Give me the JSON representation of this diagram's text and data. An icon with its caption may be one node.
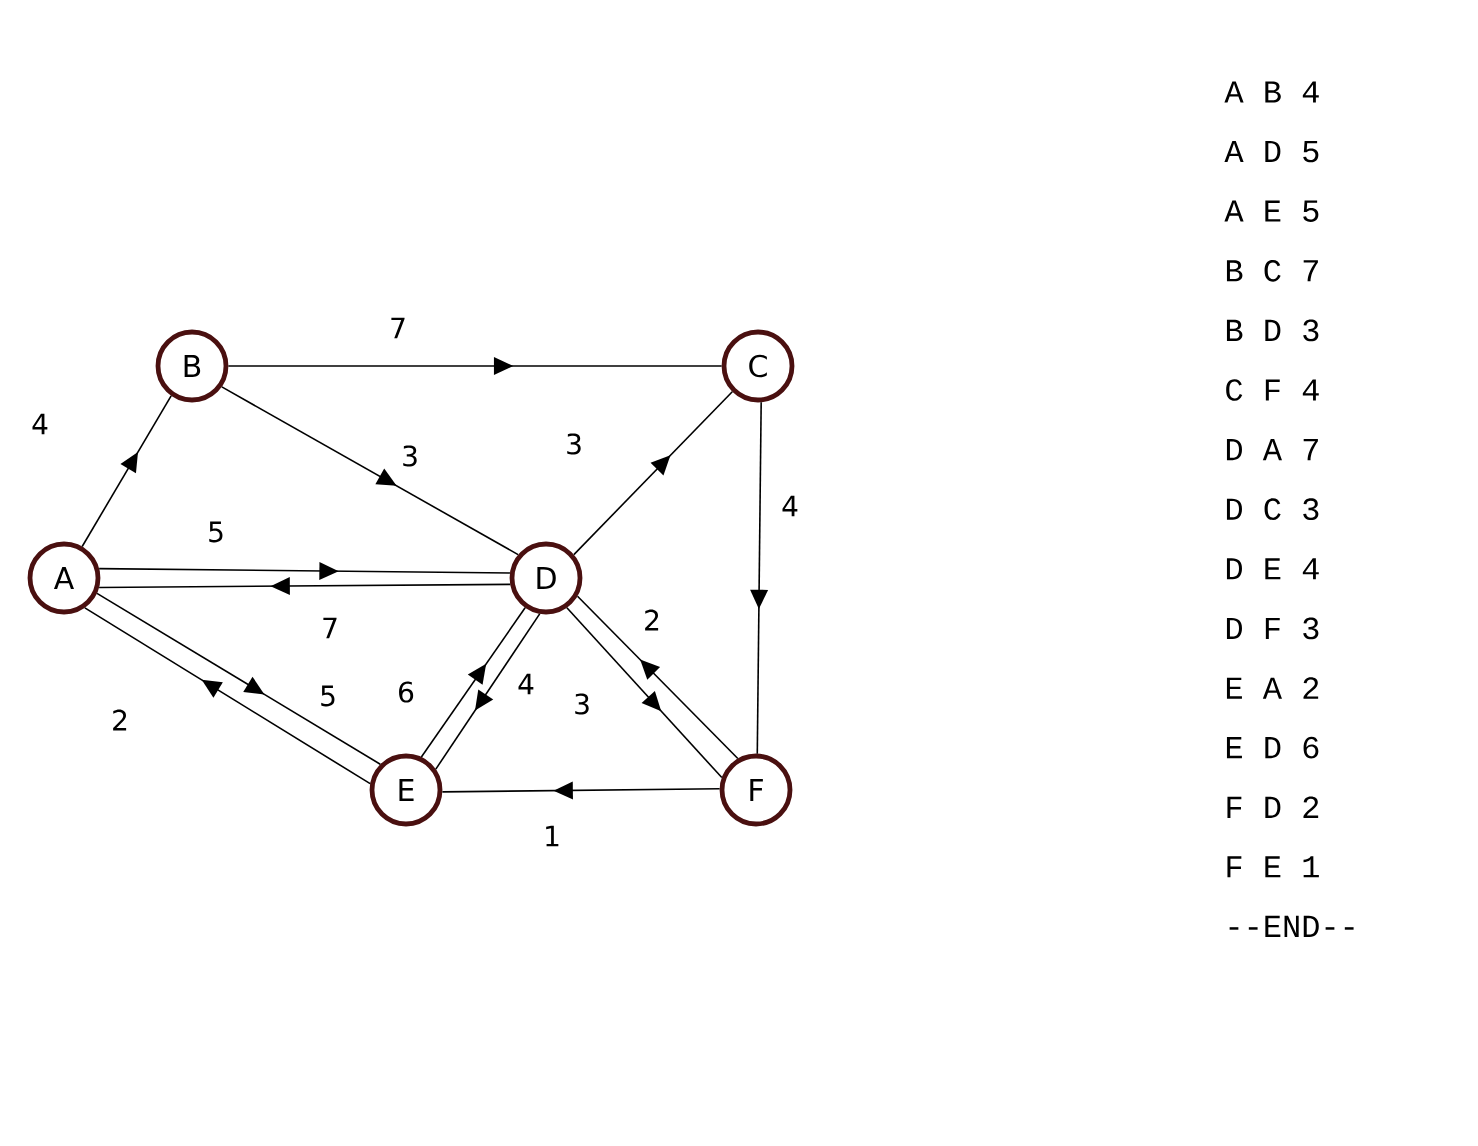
{
  "diagram": {
    "nodes": [
      {
        "text": [
          "A"
        ]
      },
      {
        "text": [
          "B"
        ]
      },
      {
        "text": [
          "C"
        ]
      },
      {
        "text": [
          "D"
        ]
      },
      {
        "text": [
          "E"
        ]
      },
      {
        "text": [
          "F"
        ]
      }
    ],
    "edges": [
      {
        "from": 0,
        "to": 1,
        "arrow": "to",
        "label": "4"
      },
      {
        "from": 0,
        "to": 3,
        "arrow": "to",
        "label": "5"
      },
      {
        "from": 0,
        "to": 4,
        "arrow": "to",
        "label": "5"
      },
      {
        "from": 1,
        "to": 2,
        "arrow": "to",
        "label": "7"
      },
      {
        "from": 1,
        "to": 3,
        "arrow": "to",
        "label": "3"
      },
      {
        "from": 2,
        "to": 5,
        "arrow": "to",
        "label": "4"
      },
      {
        "from": 3,
        "to": 0,
        "arrow": "to",
        "label": "7"
      },
      {
        "from": 3,
        "to": 2,
        "arrow": "to",
        "label": "3"
      },
      {
        "from": 3,
        "to": 4,
        "arrow": "to",
        "label": "4"
      },
      {
        "from": 3,
        "to": 5,
        "arrow": "to",
        "label": "3"
      },
      {
        "from": 4,
        "to": 0,
        "arrow": "to",
        "label": "2"
      },
      {
        "from": 4,
        "to": 3,
        "arrow": "to",
        "label": "6"
      },
      {
        "from": 5,
        "to": 3,
        "arrow": "to",
        "label": "2"
      },
      {
        "from": 5,
        "to": 4,
        "arrow": "to",
        "label": "1"
      }
    ],
    "labels": [
      "A B 4",
      "A D 5",
      "A E 5",
      "B C 7",
      "B D 3",
      "C F 4",
      "D A 7",
      "D C 3",
      "D E 4",
      "D F 3",
      "E A 2",
      "E D 6",
      "F D 2",
      "F E 1",
      "--END--"
    ]
  }
}
